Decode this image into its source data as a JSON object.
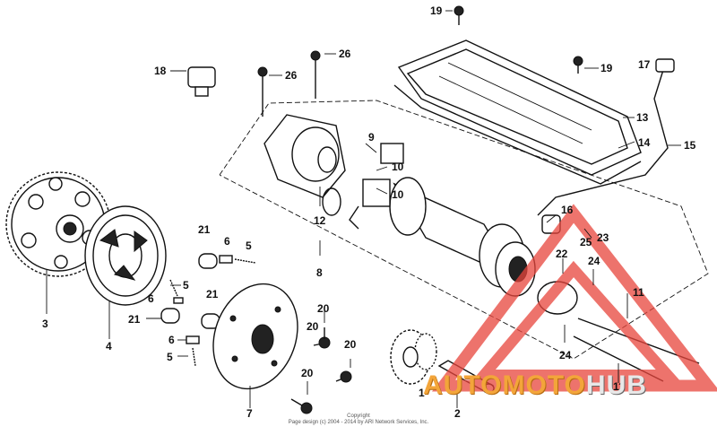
{
  "diagram": {
    "labels": [
      {
        "id": "19a",
        "text": "19"
      },
      {
        "id": "26a",
        "text": "26"
      },
      {
        "id": "26b",
        "text": "26"
      },
      {
        "id": "18",
        "text": "18"
      },
      {
        "id": "19b",
        "text": "19"
      },
      {
        "id": "17",
        "text": "17"
      },
      {
        "id": "13",
        "text": "13"
      },
      {
        "id": "14",
        "text": "14"
      },
      {
        "id": "15",
        "text": "15"
      },
      {
        "id": "9",
        "text": "9"
      },
      {
        "id": "10a",
        "text": "10"
      },
      {
        "id": "10b",
        "text": "10"
      },
      {
        "id": "12",
        "text": "12"
      },
      {
        "id": "8",
        "text": "8"
      },
      {
        "id": "16",
        "text": "16"
      },
      {
        "id": "25",
        "text": "25"
      },
      {
        "id": "23",
        "text": "23"
      },
      {
        "id": "22",
        "text": "22"
      },
      {
        "id": "24a",
        "text": "24"
      },
      {
        "id": "24b",
        "text": "24"
      },
      {
        "id": "11a",
        "text": "11"
      },
      {
        "id": "11b",
        "text": "11"
      },
      {
        "id": "3",
        "text": "3"
      },
      {
        "id": "4",
        "text": "4"
      },
      {
        "id": "21a",
        "text": "21"
      },
      {
        "id": "21b",
        "text": "21"
      },
      {
        "id": "21c",
        "text": "21"
      },
      {
        "id": "6a",
        "text": "6"
      },
      {
        "id": "6b",
        "text": "6"
      },
      {
        "id": "6c",
        "text": "6"
      },
      {
        "id": "5a",
        "text": "5"
      },
      {
        "id": "5b",
        "text": "5"
      },
      {
        "id": "5c",
        "text": "5"
      },
      {
        "id": "7",
        "text": "7"
      },
      {
        "id": "20a",
        "text": "20"
      },
      {
        "id": "20b",
        "text": "20"
      },
      {
        "id": "20c",
        "text": "20"
      },
      {
        "id": "20d",
        "text": "20"
      },
      {
        "id": "1",
        "text": "1"
      },
      {
        "id": "2",
        "text": "2"
      }
    ],
    "copyright": {
      "line1": "Copyright",
      "line2": "Page design (c) 2004 - 2014 by ARI Network Services, Inc."
    }
  },
  "watermark": {
    "part1": "AUTOMOTO",
    "part2": "HUB",
    "color1": "#f3a53a",
    "color2": "#e8e8e8",
    "triangle_color": "#e8453c"
  }
}
